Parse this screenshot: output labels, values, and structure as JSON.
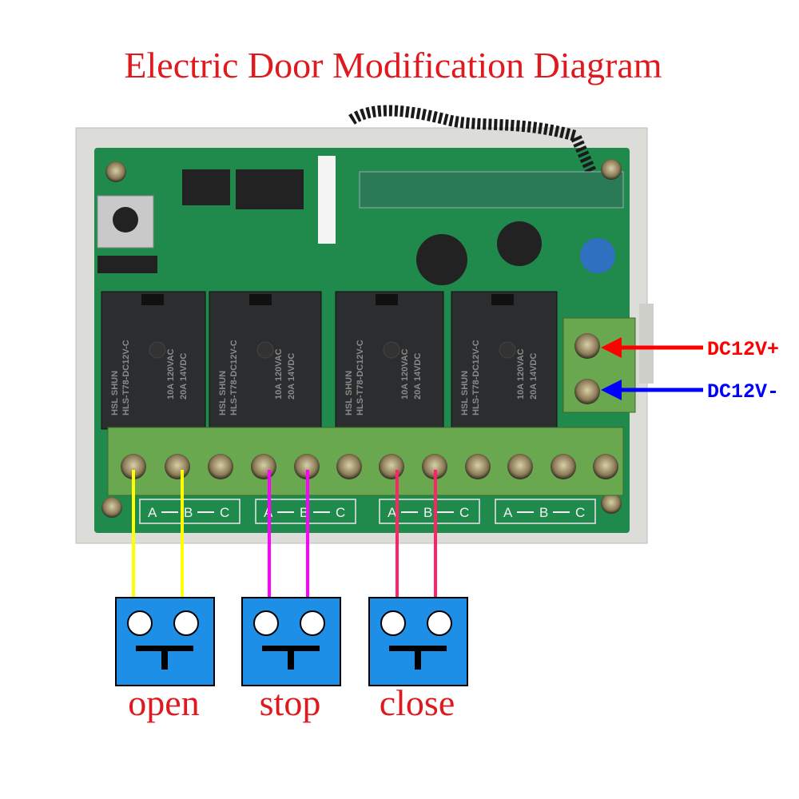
{
  "title": "Electric Door Modification Diagram",
  "power": {
    "positive_label": "DC12V+",
    "negative_label": "DC12V-",
    "positive_color": "#ff0000",
    "negative_color": "#0000ff"
  },
  "relays": [
    {
      "brand": "HSL SHUN",
      "model": "HLS-T78-DC12V-C",
      "rating1": "10A 120VAC",
      "rating2": "20A 14VDC"
    },
    {
      "brand": "HSL SHUN",
      "model": "HLS-T78-DC12V-C",
      "rating1": "10A 120VAC",
      "rating2": "20A 14VDC"
    },
    {
      "brand": "HSL SHUN",
      "model": "HLS-T78-DC12V-C",
      "rating1": "10A 120VAC",
      "rating2": "20A 14VDC"
    },
    {
      "brand": "HSL SHUN",
      "model": "HLS-T78-DC12V-C",
      "rating1": "10A 120VAC",
      "rating2": "20A 14VDC"
    }
  ],
  "terminal_groups": [
    {
      "a": "A",
      "b": "B",
      "c": "C"
    },
    {
      "a": "A",
      "b": "B",
      "c": "C"
    },
    {
      "a": "A",
      "b": "B",
      "c": "C"
    },
    {
      "a": "A",
      "b": "B",
      "c": "C"
    }
  ],
  "buttons": [
    {
      "label": "open",
      "wire_color": "#ffff00"
    },
    {
      "label": "stop",
      "wire_color": "#ff00ff"
    },
    {
      "label": "close",
      "wire_color": "#ff2266"
    }
  ],
  "colors": {
    "pcb": "#1f8a4c",
    "button_box": "#1e8fe6",
    "terminal": "#6aa84f"
  }
}
